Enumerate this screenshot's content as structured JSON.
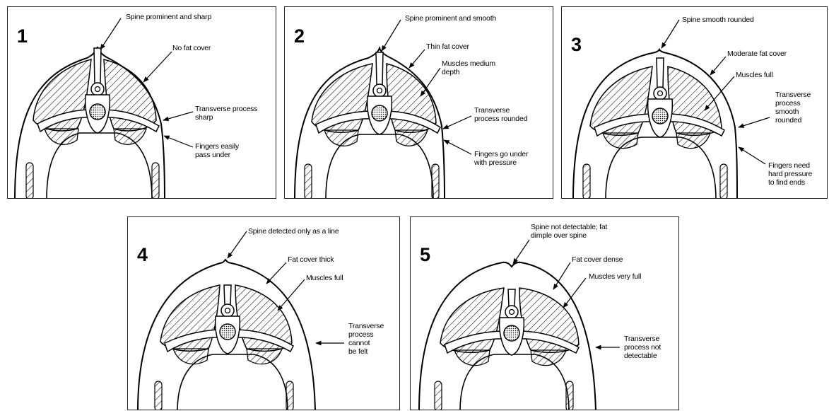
{
  "panels": [
    {
      "number": "1",
      "labels": {
        "spine": "Spine prominent and sharp",
        "fat": "No fat cover",
        "transverse": "Transverse process\nsharp",
        "fingers": "Fingers easily\npass under"
      }
    },
    {
      "number": "2",
      "labels": {
        "spine": "Spine prominent and smooth",
        "fat": "Thin fat cover",
        "muscles": "Muscles medium\ndepth",
        "transverse": "Transverse\nprocess rounded",
        "fingers": "Fingers go under\nwith pressure"
      }
    },
    {
      "number": "3",
      "labels": {
        "spine": "Spine smooth rounded",
        "fat": "Moderate fat cover",
        "muscles": "Muscles full",
        "transverse": "Transverse\nprocess\nsmooth\nrounded",
        "fingers": "Fingers need\nhard pressure\nto find ends"
      }
    },
    {
      "number": "4",
      "labels": {
        "spine": "Spine detected only as a line",
        "fat": "Fat cover thick",
        "muscles": "Muscles full",
        "transverse": "Transverse\nprocess\ncannot\nbe felt"
      }
    },
    {
      "number": "5",
      "labels": {
        "spine": "Spine not detectable; fat\ndimple over spine",
        "fat": "Fat cover dense",
        "muscles": "Muscles very full",
        "transverse": "Transverse\nprocess not\ndetectable"
      }
    }
  ]
}
